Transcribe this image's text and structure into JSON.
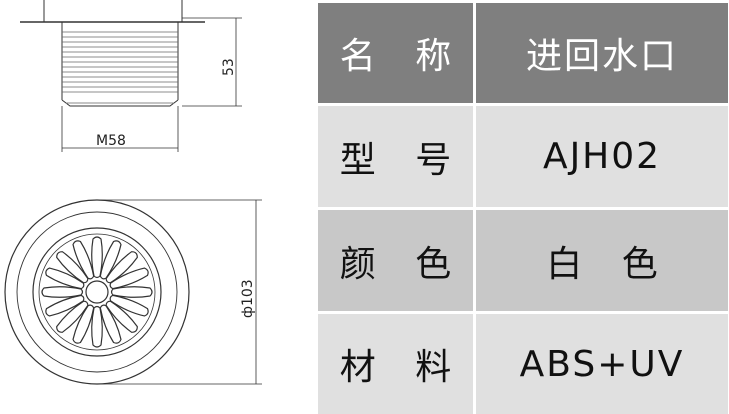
{
  "drawing": {
    "height_dim": "53",
    "thread_dim": "M58",
    "diameter_dim": "ф103"
  },
  "table": {
    "header": {
      "label": "名 称",
      "value": "进回水口"
    },
    "rows": [
      {
        "label": "型 号",
        "value": "AJH02"
      },
      {
        "label": "颜 色",
        "value": "白 色"
      },
      {
        "label": "材 料",
        "value": "ABS+UV"
      }
    ]
  },
  "colors": {
    "header_bg": "#7f7f7f",
    "label_bg_light": "#e0e0e0",
    "label_bg_dark": "#c8c8c8",
    "header_text": "#ffffff",
    "body_text": "#111111"
  }
}
